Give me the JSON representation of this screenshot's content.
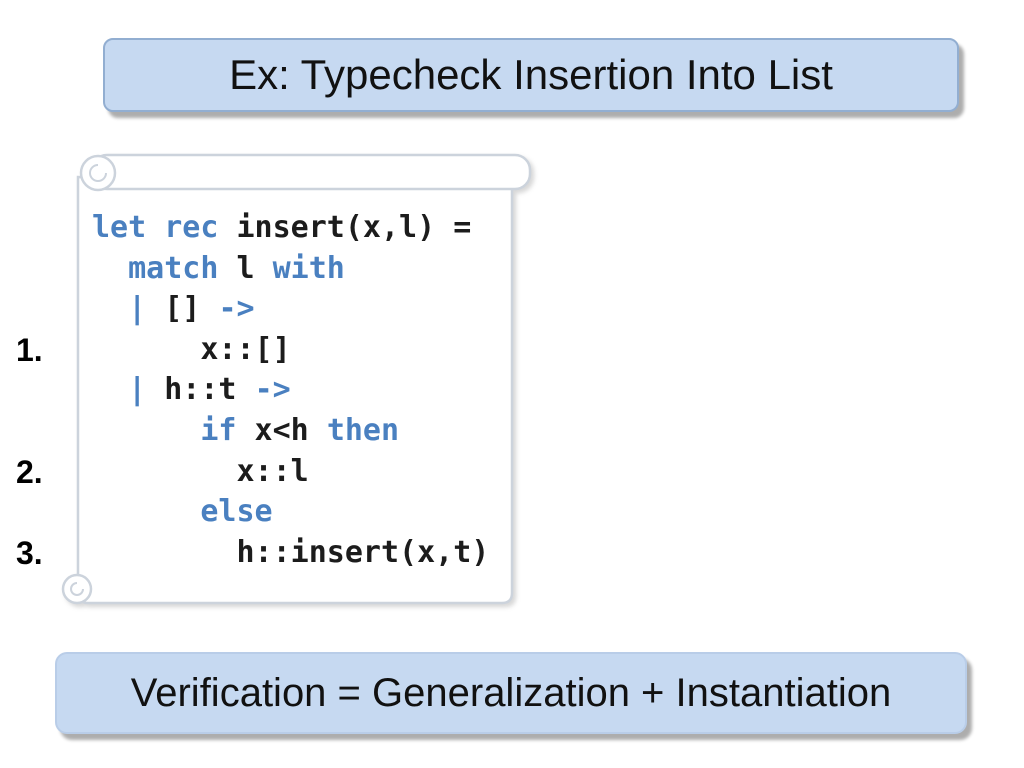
{
  "colors": {
    "box_fill": "#c6d9f1",
    "box_border_strong": "#92aed1",
    "box_border_soft": "#b9cde8",
    "keyword": "#4a80c0",
    "code_text": "#1c1c1c",
    "scroll_stroke": "#ccd3dc"
  },
  "title_banner": {
    "text": "Ex: Typecheck Insertion Into List"
  },
  "footer_banner": {
    "text": "Verification = Generalization + Instantiation"
  },
  "step_labels": [
    {
      "text": "1."
    },
    {
      "text": "2."
    },
    {
      "text": "3."
    }
  ],
  "code_scroll": {
    "lines": [
      {
        "segments": [
          {
            "text": "let rec",
            "keyword": true
          },
          {
            "text": " insert(x,l) =",
            "keyword": false
          }
        ]
      },
      {
        "segments": [
          {
            "text": "  ",
            "keyword": false
          },
          {
            "text": "match",
            "keyword": true
          },
          {
            "text": " l ",
            "keyword": false
          },
          {
            "text": "with",
            "keyword": true
          }
        ]
      },
      {
        "segments": [
          {
            "text": "  ",
            "keyword": false
          },
          {
            "text": "|",
            "keyword": true
          },
          {
            "text": " [] ",
            "keyword": false
          },
          {
            "text": "->",
            "keyword": true
          }
        ]
      },
      {
        "segments": [
          {
            "text": "      x::[]",
            "keyword": false
          }
        ]
      },
      {
        "segments": [
          {
            "text": "  ",
            "keyword": false
          },
          {
            "text": "|",
            "keyword": true
          },
          {
            "text": " h::t ",
            "keyword": false
          },
          {
            "text": "->",
            "keyword": true
          }
        ]
      },
      {
        "segments": [
          {
            "text": "      ",
            "keyword": false
          },
          {
            "text": "if",
            "keyword": true
          },
          {
            "text": " x<h ",
            "keyword": false
          },
          {
            "text": "then",
            "keyword": true
          }
        ]
      },
      {
        "segments": [
          {
            "text": "        x::l",
            "keyword": false
          }
        ]
      },
      {
        "segments": [
          {
            "text": "      ",
            "keyword": false
          },
          {
            "text": "else",
            "keyword": true
          }
        ]
      },
      {
        "segments": [
          {
            "text": "        h::insert(x,t)",
            "keyword": false
          }
        ]
      }
    ]
  }
}
